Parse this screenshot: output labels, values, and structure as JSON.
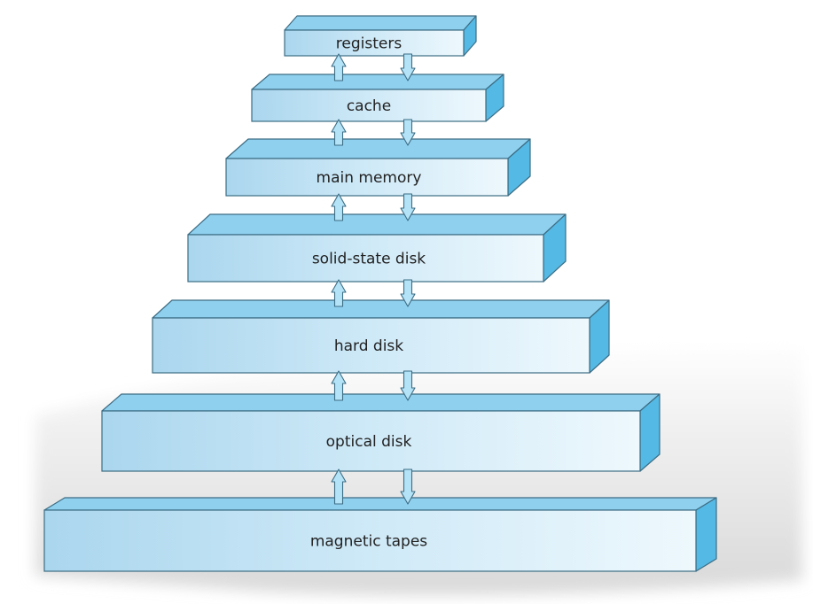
{
  "diagram": {
    "levels": [
      {
        "label": "registers"
      },
      {
        "label": "cache"
      },
      {
        "label": "main memory"
      },
      {
        "label": "solid-state disk"
      },
      {
        "label": "hard disk"
      },
      {
        "label": "optical disk"
      },
      {
        "label": "magnetic tapes"
      }
    ]
  },
  "colors": {
    "face_light": "#eaf6fc",
    "face_mid": "#b6ddf1",
    "top": "#8fd0ef",
    "side": "#54b9e4",
    "outline": "#3d6d84",
    "arrow_fill": "#b4e2f6",
    "arrow_stroke": "#3d6d84",
    "backdrop": "#dedede"
  }
}
